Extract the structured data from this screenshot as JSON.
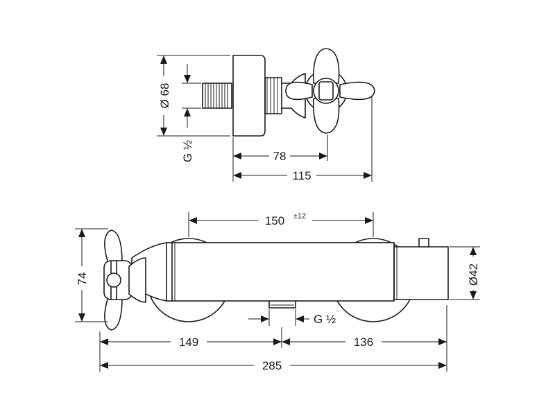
{
  "labels": {
    "top_diameter": "Ø 68",
    "top_thread": "G ½",
    "top_width_inner": "78",
    "top_width_total": "115",
    "center_distance": "150",
    "center_tolerance": "±12",
    "body_height": "74",
    "body_diameter": "Ø42",
    "bottom_thread": "G ½",
    "left_length": "149",
    "right_length": "136",
    "total_length": "285"
  }
}
